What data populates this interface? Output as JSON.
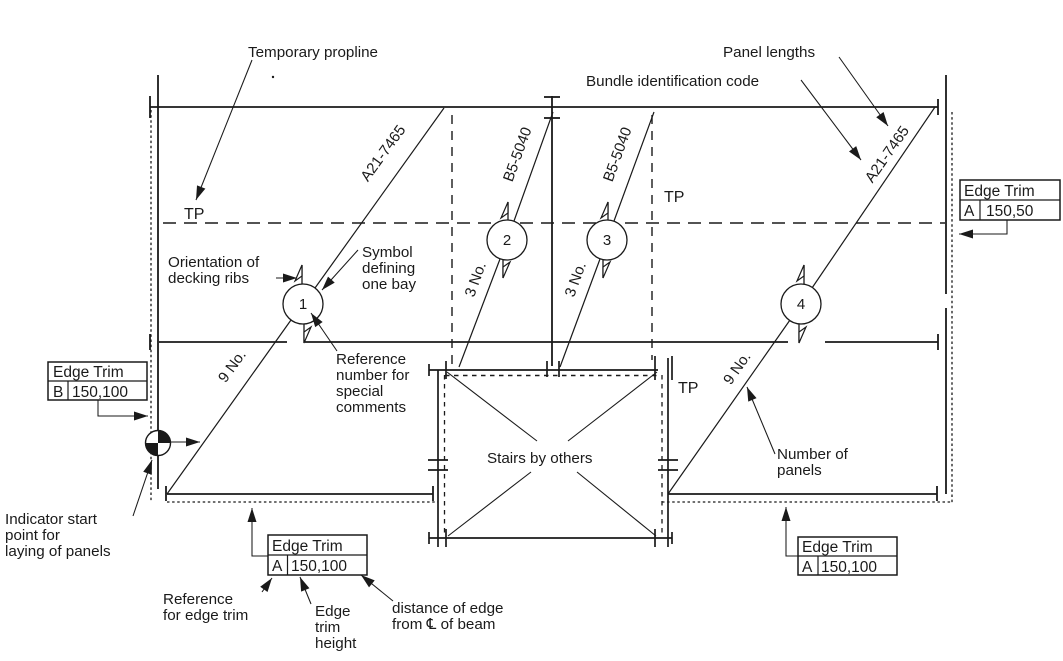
{
  "drawing": {
    "labels": {
      "temporary_propline": "Temporary propline",
      "panel_lengths": "Panel lengths",
      "bundle_identification_code": "Bundle identification code",
      "tp": "TP",
      "stairs": "Stairs by others",
      "orientation": [
        "Orientation of",
        "decking ribs"
      ],
      "symbol_defining_bay": [
        "Symbol",
        "defining",
        "one bay"
      ],
      "reference_number": [
        "Reference",
        "number for",
        "special",
        "comments"
      ],
      "indicator_start": [
        "Indicator start",
        "point for",
        "laying of panels"
      ],
      "reference_for_edge_trim": [
        "Reference",
        "for edge trim"
      ],
      "edge_trim_height": [
        "Edge",
        "trim",
        "height"
      ],
      "distance_of_edge": [
        "distance of edge",
        "from ℄ of beam"
      ],
      "number_of_panels": [
        "Number of",
        "panels"
      ]
    },
    "bays": [
      {
        "number": "1",
        "bundle_code": "A21-7465",
        "panel_count": "9 No."
      },
      {
        "number": "2",
        "bundle_code": "B5-5040",
        "panel_count": "3 No."
      },
      {
        "number": "3",
        "bundle_code": "B5-5040",
        "panel_count": "3 No."
      },
      {
        "number": "4",
        "bundle_code": "A21-7465",
        "panel_count": "9 No."
      }
    ],
    "edge_trims": {
      "left": {
        "title": "Edge Trim",
        "reference": "B",
        "offset": "150,100"
      },
      "right": {
        "title": "Edge Trim",
        "reference": "A",
        "offset": "150,50"
      },
      "bottom_center": {
        "title": "Edge Trim",
        "reference": "A",
        "offset": "150,100"
      },
      "bottom_right": {
        "title": "Edge Trim",
        "reference": "A",
        "offset": "150,100"
      }
    },
    "colors": {
      "line": "#1a1a1a",
      "background": "#ffffff"
    }
  }
}
